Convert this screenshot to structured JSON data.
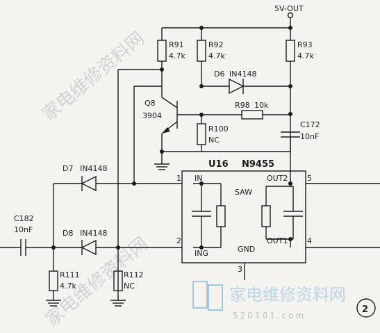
{
  "labels": {
    "supply": "5V-OUT",
    "r91": {
      "ref": "R91",
      "value": "4.7k"
    },
    "r92": {
      "ref": "R92",
      "value": "4.7k"
    },
    "r93": {
      "ref": "R93",
      "value": "4.7k"
    },
    "d6": {
      "ref": "D6",
      "value": "IN4148"
    },
    "q8": {
      "ref": "Q8",
      "value": "3904"
    },
    "r98": {
      "ref": "R98",
      "value": "10k"
    },
    "r100": {
      "ref": "R100",
      "value": "NC"
    },
    "c172": {
      "ref": "C172",
      "value": "10nF"
    },
    "u16": {
      "ref": "U16",
      "value": "N9455"
    },
    "d7": {
      "ref": "D7",
      "value": "IN4148"
    },
    "d8": {
      "ref": "D8",
      "value": "IN4148"
    },
    "c182": {
      "ref": "C182",
      "value": "10nF"
    },
    "r111": {
      "ref": "R111",
      "value": "4.7k"
    },
    "r112": {
      "ref": "R112",
      "value": "NC"
    },
    "figure_number": "2"
  },
  "pins": {
    "p1": "1",
    "in": "IN",
    "saw": "SAW",
    "out2": "OUT2",
    "p5": "5",
    "p2": "2",
    "ing": "ING",
    "gnd": "GND",
    "out1": "OUT1",
    "p4": "4",
    "p3": "3"
  },
  "watermarks": {
    "upper": "家电维修资料网",
    "lower": "家电维修资料网",
    "logo": "家电维修资料网",
    "url": "520101.com"
  }
}
